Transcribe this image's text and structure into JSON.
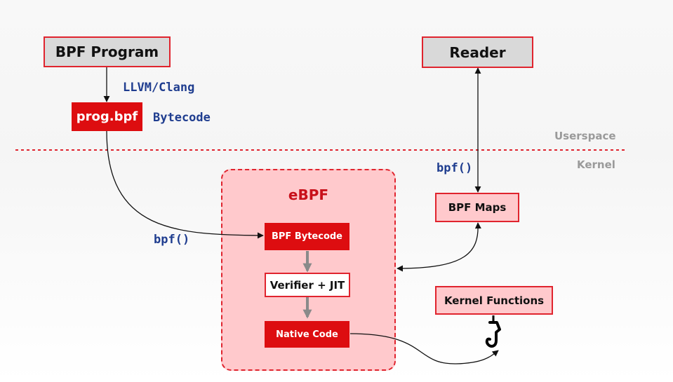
{
  "nodes": {
    "bpf_program": "BPF Program",
    "reader": "Reader",
    "prog_bpf": "prog.bpf",
    "ebpf": "eBPF",
    "bpf_bytecode": "BPF Bytecode",
    "verifier_jit": "Verifier + JIT",
    "native_code": "Native Code",
    "bpf_maps": "BPF Maps",
    "kernel_functions": "Kernel Functions"
  },
  "annotations": {
    "llvm_clang": "LLVM/Clang",
    "bytecode": "Bytecode",
    "bpf_call_left": "bpf()",
    "bpf_call_right": "bpf()"
  },
  "zones": {
    "userspace": "Userspace",
    "kernel": "Kernel"
  },
  "colors": {
    "accent_red": "#dd0d10",
    "border_red": "#e0242e",
    "pink_fill": "#ffc9cc",
    "handwritten_blue": "#1f3d8f",
    "arrow_gray": "#8a8a8a"
  },
  "icons": {
    "hook": "hook-icon"
  }
}
